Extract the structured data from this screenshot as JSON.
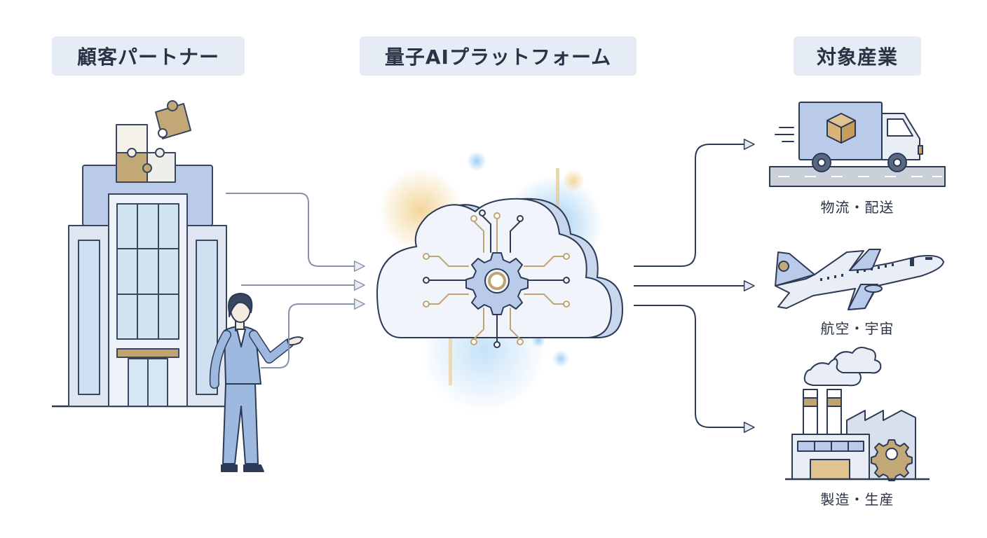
{
  "headers": {
    "customer_partner": "顧客パートナー",
    "quantum_ai_platform": "量子AIプラットフォーム",
    "target_industries": "対象産業"
  },
  "industries": [
    {
      "label": "物流・配送",
      "icon": "delivery-truck-icon"
    },
    {
      "label": "航空・宇宙",
      "icon": "airplane-icon"
    },
    {
      "label": "製造・生産",
      "icon": "factory-icon"
    }
  ],
  "colors": {
    "ink": "#2c3a55",
    "blue_fill": "#b9cbe8",
    "light_blue": "#dfe8f5",
    "gold": "#bfa472",
    "header_bg": "#e6ecf5"
  }
}
